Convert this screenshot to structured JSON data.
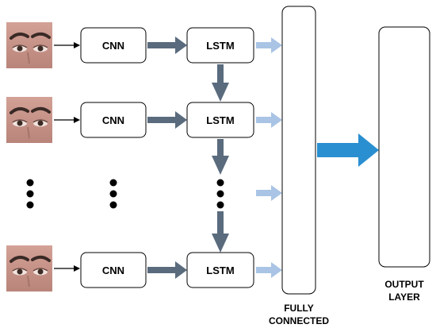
{
  "cnn_label": "CNN",
  "lstm_label": "LSTM",
  "fc_label": [
    "FULLY",
    "CONNECTED"
  ],
  "output_label": [
    "OUTPUT",
    "LAYER"
  ],
  "colors": {
    "box_border": "#000000",
    "dark_arrow": "#5a6b7d",
    "light_arrow": "#a9c4e4",
    "big_arrow": "#2a8fd0",
    "skin": "#c9968a"
  }
}
